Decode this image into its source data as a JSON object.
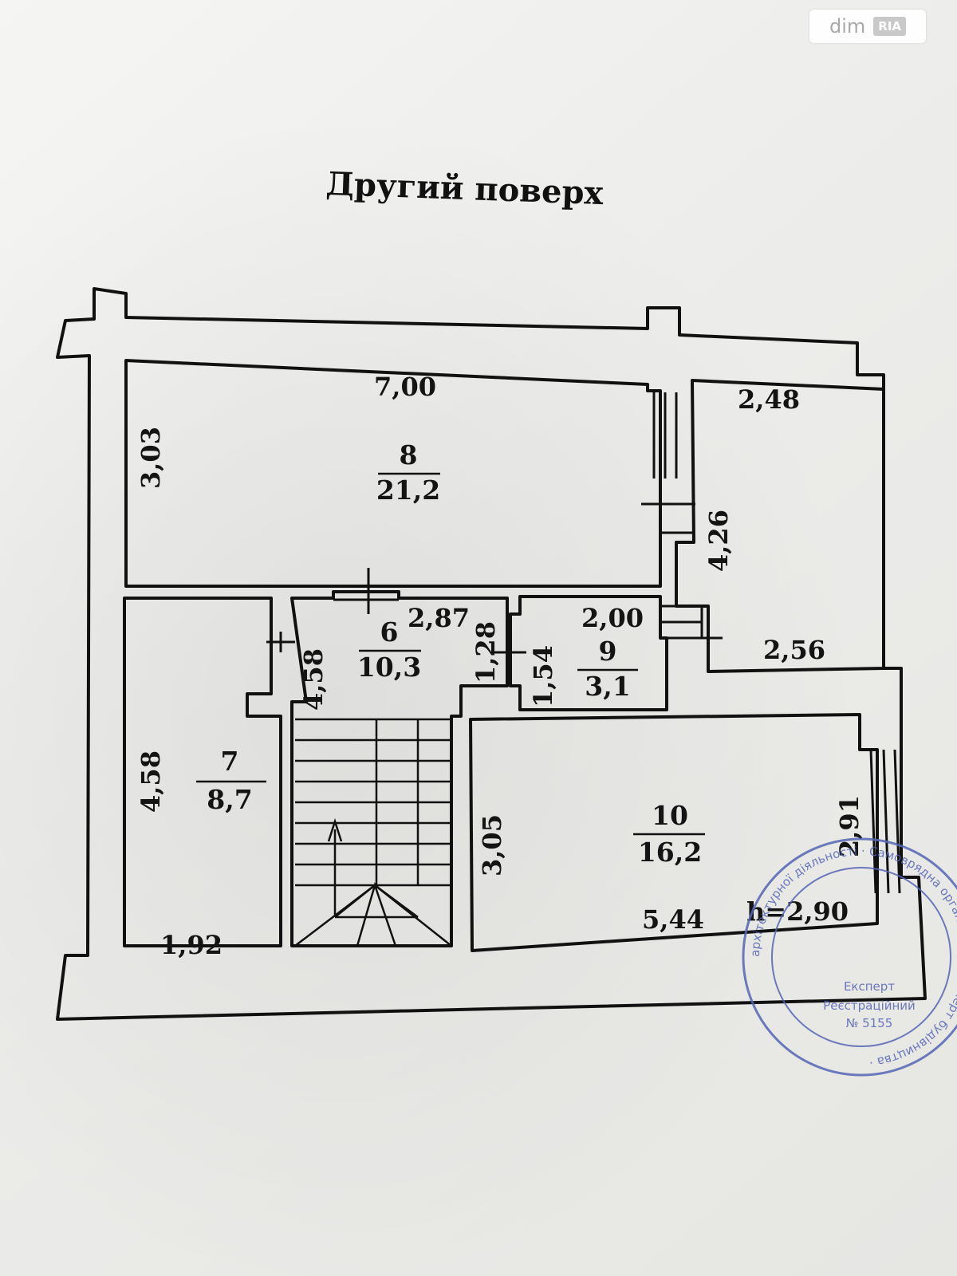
{
  "title": "Другий поверх",
  "watermark": {
    "brand": "dim",
    "badge": "RIA"
  },
  "rooms": [
    {
      "number": "8",
      "area": "21,2"
    },
    {
      "number": "6",
      "area": "10,3"
    },
    {
      "number": "9",
      "area": "3,1"
    },
    {
      "number": "7",
      "area": "8,7"
    },
    {
      "number": "10",
      "area": "16,2"
    }
  ],
  "dimensions": {
    "room8_width": "7,00",
    "room8_height": "3,03",
    "right_room_top": "2,48",
    "right_room_height": "4,26",
    "right_room_bottom": "2,56",
    "room6_width": "2,87",
    "room6_height": "4,58",
    "room6_step": "1,28",
    "room9_width": "2,00",
    "room9_height": "1,54",
    "room7_height": "4,58",
    "room7_width": "1,92",
    "room10_height_left": "3,05",
    "room10_height_right": "2,91",
    "room10_width": "5,44"
  },
  "ceiling_height": "h=2,90",
  "stamp": {
    "line_top": "Експерт",
    "reg_label": "Реєстраційний",
    "reg_number": "№ 5155",
    "ring_text": "архітектурної діяльності · Самоврядна організація · експерт будівництва ·"
  },
  "colors": {
    "ink": "#111111",
    "paper": "#f5f5f3",
    "stamp": "#5565b5"
  }
}
